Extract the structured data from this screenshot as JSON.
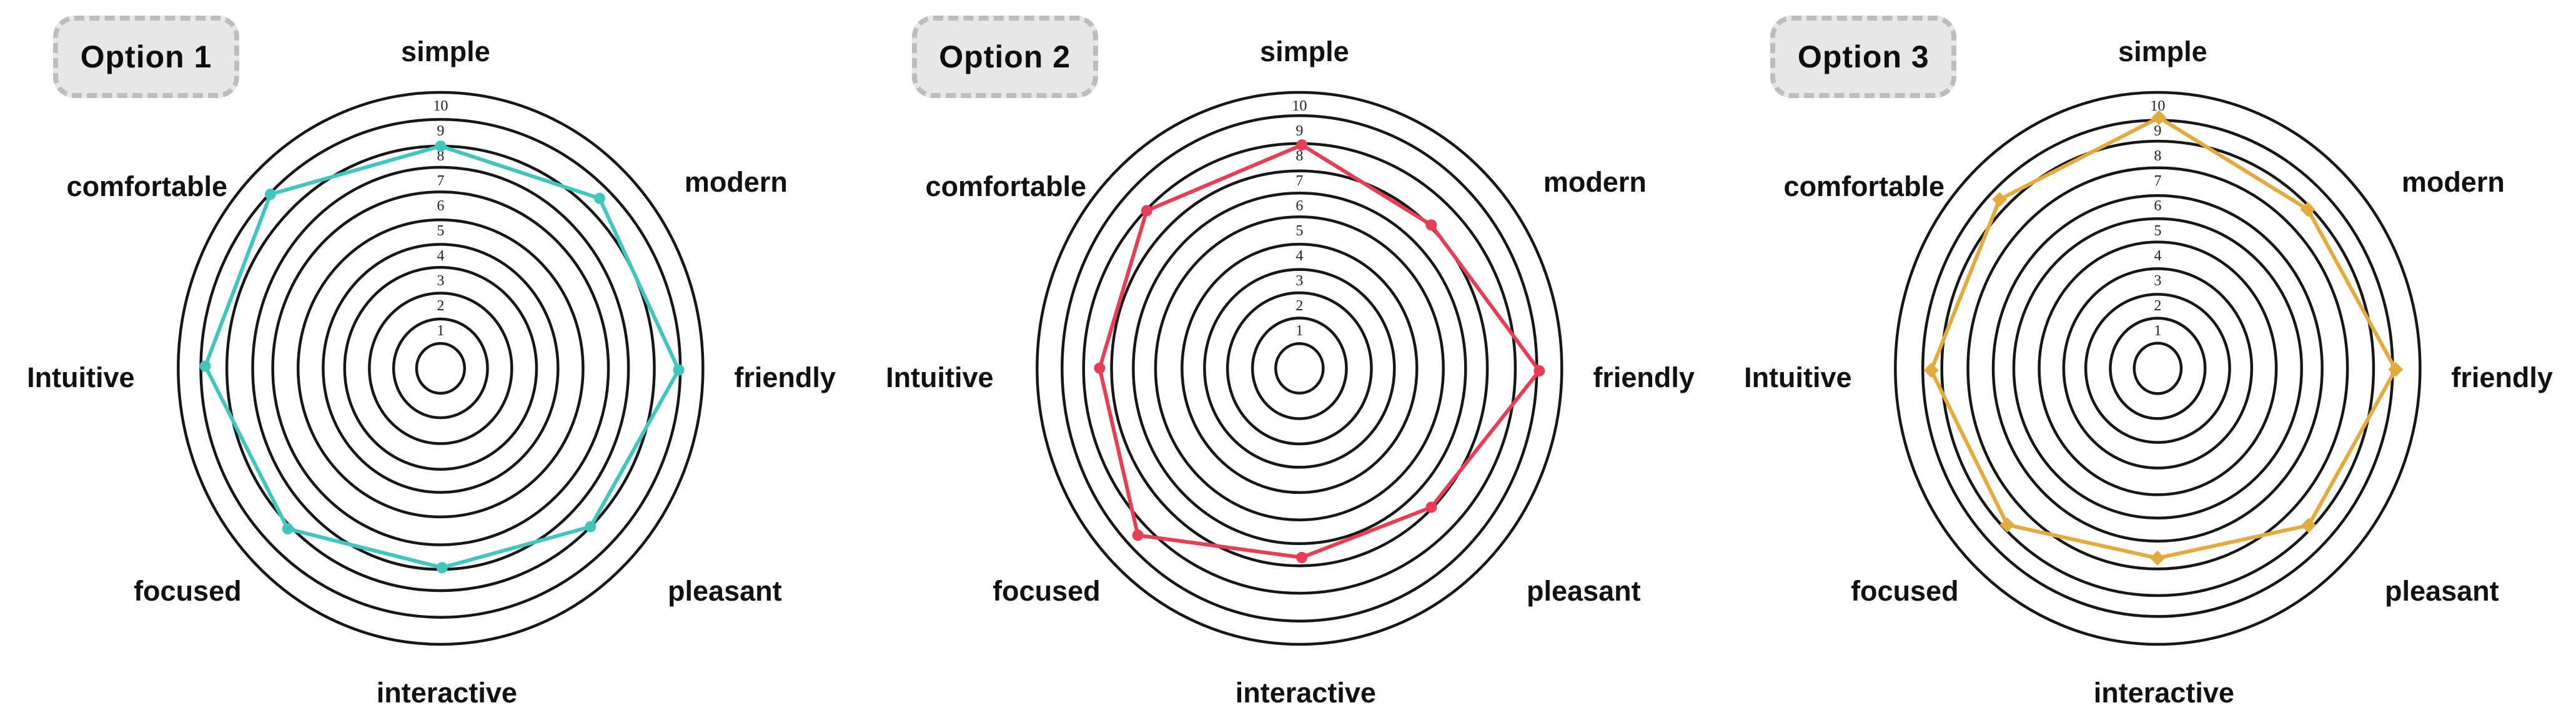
{
  "figure": {
    "description": "Three hand-drawn style radar charts comparing design options on eight perception attributes, rated 1 to 10"
  },
  "axes": [
    "simple",
    "modern",
    "friendly",
    "pleasant",
    "interactive",
    "focused",
    "Intuitive",
    "comfortable"
  ],
  "scale": {
    "min": 1,
    "max": 10,
    "tick_labels": [
      "1",
      "2",
      "3",
      "4",
      "5",
      "6",
      "7",
      "8",
      "9",
      "10"
    ]
  },
  "chart_data": [
    {
      "type": "radar",
      "title": "Option 1",
      "categories": [
        "simple",
        "modern",
        "friendly",
        "pleasant",
        "interactive",
        "focused",
        "Intuitive",
        "comfortable"
      ],
      "values": [
        9,
        9.5,
        10,
        9,
        8,
        9,
        10,
        10
      ],
      "rlim": [
        0,
        10
      ],
      "rticks": [
        "1",
        "2",
        "3",
        "4",
        "5",
        "6",
        "7",
        "8",
        "9",
        "10"
      ],
      "series_color": "#41c6be",
      "marker": "circle",
      "grid": "concentric-rings",
      "legend_position": "none"
    },
    {
      "type": "radar",
      "title": "Option 2",
      "categories": [
        "simple",
        "modern",
        "friendly",
        "pleasant",
        "interactive",
        "focused",
        "Intuitive",
        "comfortable"
      ],
      "values": [
        9,
        8,
        10,
        8,
        7.5,
        9.5,
        8.5,
        9
      ],
      "rlim": [
        0,
        10
      ],
      "rticks": [
        "1",
        "2",
        "3",
        "4",
        "5",
        "6",
        "7",
        "8",
        "9",
        "10"
      ],
      "series_color": "#e73e55",
      "marker": "circle",
      "grid": "concentric-rings",
      "legend_position": "none"
    },
    {
      "type": "radar",
      "title": "Option 3",
      "categories": [
        "simple",
        "modern",
        "friendly",
        "pleasant",
        "interactive",
        "focused",
        "Intuitive",
        "comfortable"
      ],
      "values": [
        10,
        9,
        10,
        9,
        7.5,
        9,
        9.5,
        9.5
      ],
      "rlim": [
        0,
        10
      ],
      "rticks": [
        "1",
        "2",
        "3",
        "4",
        "5",
        "6",
        "7",
        "8",
        "9",
        "10"
      ],
      "series_color": "#e3aa3c",
      "marker": "diamond",
      "grid": "concentric-rings",
      "legend_position": "none"
    }
  ],
  "styles": {
    "ring_stroke_color": "#161616",
    "badge_background": "#e7e7e7",
    "badge_border_color": "#bdbdbd",
    "background": "#ffffff"
  }
}
